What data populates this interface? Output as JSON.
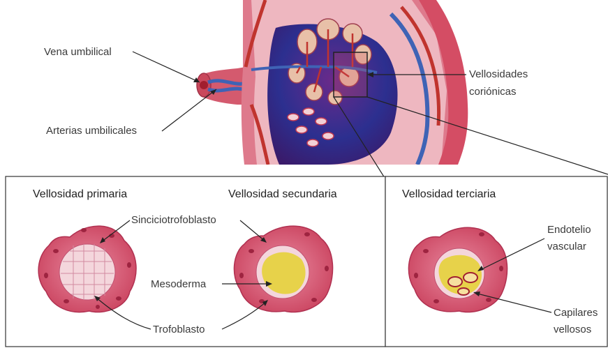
{
  "labels": {
    "vena_umbilical": "Vena umbilical",
    "arterias_umbilicales": "Arterias umbilicales",
    "vellosidades_line1": "Vellosidades",
    "vellosidades_line2": "coriónicas",
    "sinciciotrofoblasto": "Sinciciotrofoblasto",
    "mesoderma": "Mesoderma",
    "trofoblasto": "Trofoblasto",
    "endotelio_line1": "Endotelio",
    "endotelio_line2": "vascular",
    "capilares_line1": "Capilares",
    "capilares_line2": "vellosos"
  },
  "panels": {
    "primaria": "Vellosidad primaria",
    "secundaria": "Vellosidad secundaria",
    "terciaria": "Vellosidad terciaria"
  },
  "colors": {
    "tissue": "#d24c6a",
    "tissue_dark": "#9e2440",
    "core_pink": "#f4d6dc",
    "mesoderm": "#e7d24a",
    "vessel_red": "#c0342e",
    "vessel_blue": "#3f63b5",
    "intervillous": "#2c2f8f"
  }
}
